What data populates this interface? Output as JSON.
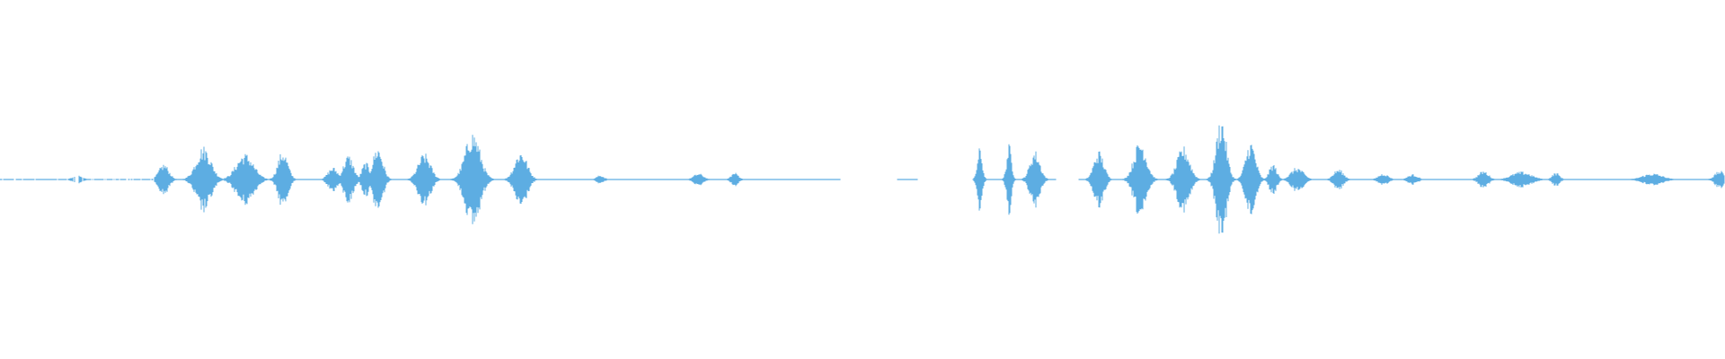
{
  "waveform": {
    "color": "#5dade2",
    "background": "#ffffff",
    "bursts": [
      {
        "t": 0.045,
        "w": 0.004,
        "amp": 0.05
      },
      {
        "t": 0.095,
        "w": 0.004,
        "amp": 0.18
      },
      {
        "t": 0.118,
        "w": 0.006,
        "amp": 0.38
      },
      {
        "t": 0.142,
        "w": 0.007,
        "amp": 0.3
      },
      {
        "t": 0.164,
        "w": 0.004,
        "amp": 0.33
      },
      {
        "t": 0.193,
        "w": 0.004,
        "amp": 0.14
      },
      {
        "t": 0.202,
        "w": 0.004,
        "amp": 0.28
      },
      {
        "t": 0.212,
        "w": 0.003,
        "amp": 0.2
      },
      {
        "t": 0.219,
        "w": 0.004,
        "amp": 0.38
      },
      {
        "t": 0.246,
        "w": 0.005,
        "amp": 0.3
      },
      {
        "t": 0.274,
        "w": 0.006,
        "amp": 0.55
      },
      {
        "t": 0.302,
        "w": 0.005,
        "amp": 0.33
      },
      {
        "t": 0.348,
        "w": 0.003,
        "amp": 0.05
      },
      {
        "t": 0.405,
        "w": 0.004,
        "amp": 0.07
      },
      {
        "t": 0.426,
        "w": 0.003,
        "amp": 0.08
      },
      {
        "t": 0.568,
        "w": 0.002,
        "amp": 0.36
      },
      {
        "t": 0.585,
        "w": 0.002,
        "amp": 0.4
      },
      {
        "t": 0.6,
        "w": 0.004,
        "amp": 0.33
      },
      {
        "t": 0.637,
        "w": 0.004,
        "amp": 0.33
      },
      {
        "t": 0.661,
        "w": 0.005,
        "amp": 0.45
      },
      {
        "t": 0.686,
        "w": 0.005,
        "amp": 0.38
      },
      {
        "t": 0.708,
        "w": 0.004,
        "amp": 0.72
      },
      {
        "t": 0.725,
        "w": 0.004,
        "amp": 0.44
      },
      {
        "t": 0.738,
        "w": 0.003,
        "amp": 0.18
      },
      {
        "t": 0.752,
        "w": 0.005,
        "amp": 0.14
      },
      {
        "t": 0.776,
        "w": 0.004,
        "amp": 0.12
      },
      {
        "t": 0.802,
        "w": 0.004,
        "amp": 0.07
      },
      {
        "t": 0.819,
        "w": 0.004,
        "amp": 0.06
      },
      {
        "t": 0.86,
        "w": 0.004,
        "amp": 0.1
      },
      {
        "t": 0.882,
        "w": 0.008,
        "amp": 0.09
      },
      {
        "t": 0.902,
        "w": 0.003,
        "amp": 0.08
      },
      {
        "t": 0.958,
        "w": 0.008,
        "amp": 0.07
      },
      {
        "t": 0.997,
        "w": 0.004,
        "amp": 0.1
      }
    ],
    "silences": [
      [
        0.487,
        0.52
      ],
      [
        0.532,
        0.564
      ],
      [
        0.612,
        0.625
      ]
    ]
  }
}
